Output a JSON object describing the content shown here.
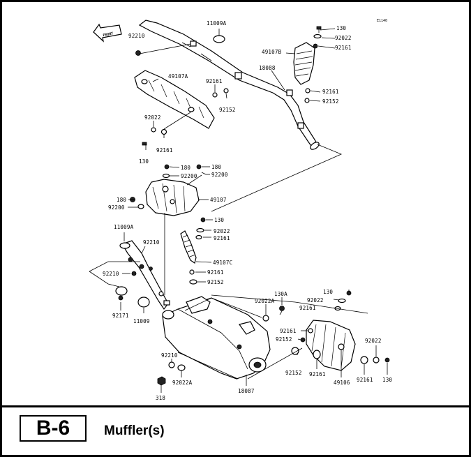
{
  "drawing_ref": "E1140",
  "front_arrow": "FRONT",
  "section": {
    "code": "B-6",
    "title": "Muffler(s)"
  },
  "callouts": [
    {
      "id": "c01",
      "text": "11009A"
    },
    {
      "id": "c02",
      "text": "130"
    },
    {
      "id": "c03",
      "text": "92022"
    },
    {
      "id": "c04",
      "text": "92210"
    },
    {
      "id": "c05",
      "text": "92161"
    },
    {
      "id": "c06",
      "text": "49107B"
    },
    {
      "id": "c07",
      "text": "18088"
    },
    {
      "id": "c08",
      "text": "49107A"
    },
    {
      "id": "c09",
      "text": "92161"
    },
    {
      "id": "c10",
      "text": "92152"
    },
    {
      "id": "c11",
      "text": "92161"
    },
    {
      "id": "c12",
      "text": "92152"
    },
    {
      "id": "c13",
      "text": "92022"
    },
    {
      "id": "c14",
      "text": "92161"
    },
    {
      "id": "c15",
      "text": "130"
    },
    {
      "id": "c16",
      "text": "180"
    },
    {
      "id": "c17",
      "text": "180"
    },
    {
      "id": "c18",
      "text": "92200"
    },
    {
      "id": "c19",
      "text": "92200"
    },
    {
      "id": "c20",
      "text": "180"
    },
    {
      "id": "c21",
      "text": "49107"
    },
    {
      "id": "c22",
      "text": "92200"
    },
    {
      "id": "c23",
      "text": "130"
    },
    {
      "id": "c24",
      "text": "11009A"
    },
    {
      "id": "c25",
      "text": "92022"
    },
    {
      "id": "c26",
      "text": "92161"
    },
    {
      "id": "c27",
      "text": "92210"
    },
    {
      "id": "c28",
      "text": "49107C"
    },
    {
      "id": "c29",
      "text": "92210"
    },
    {
      "id": "c30",
      "text": "92161"
    },
    {
      "id": "c31",
      "text": "92152"
    },
    {
      "id": "c32",
      "text": "130"
    },
    {
      "id": "c33",
      "text": "130A"
    },
    {
      "id": "c34",
      "text": "92022"
    },
    {
      "id": "c35",
      "text": "92022A"
    },
    {
      "id": "c36",
      "text": "92161"
    },
    {
      "id": "c37",
      "text": "92171"
    },
    {
      "id": "c38",
      "text": "11009"
    },
    {
      "id": "c39",
      "text": "92161"
    },
    {
      "id": "c40",
      "text": "92152"
    },
    {
      "id": "c41",
      "text": "92022"
    },
    {
      "id": "c42",
      "text": "92210"
    },
    {
      "id": "c43",
      "text": "92152"
    },
    {
      "id": "c44",
      "text": "92161"
    },
    {
      "id": "c45",
      "text": "92161"
    },
    {
      "id": "c46",
      "text": "130"
    },
    {
      "id": "c47",
      "text": "49106"
    },
    {
      "id": "c48",
      "text": "92022A"
    },
    {
      "id": "c49",
      "text": "18087"
    },
    {
      "id": "c50",
      "text": "318"
    }
  ]
}
